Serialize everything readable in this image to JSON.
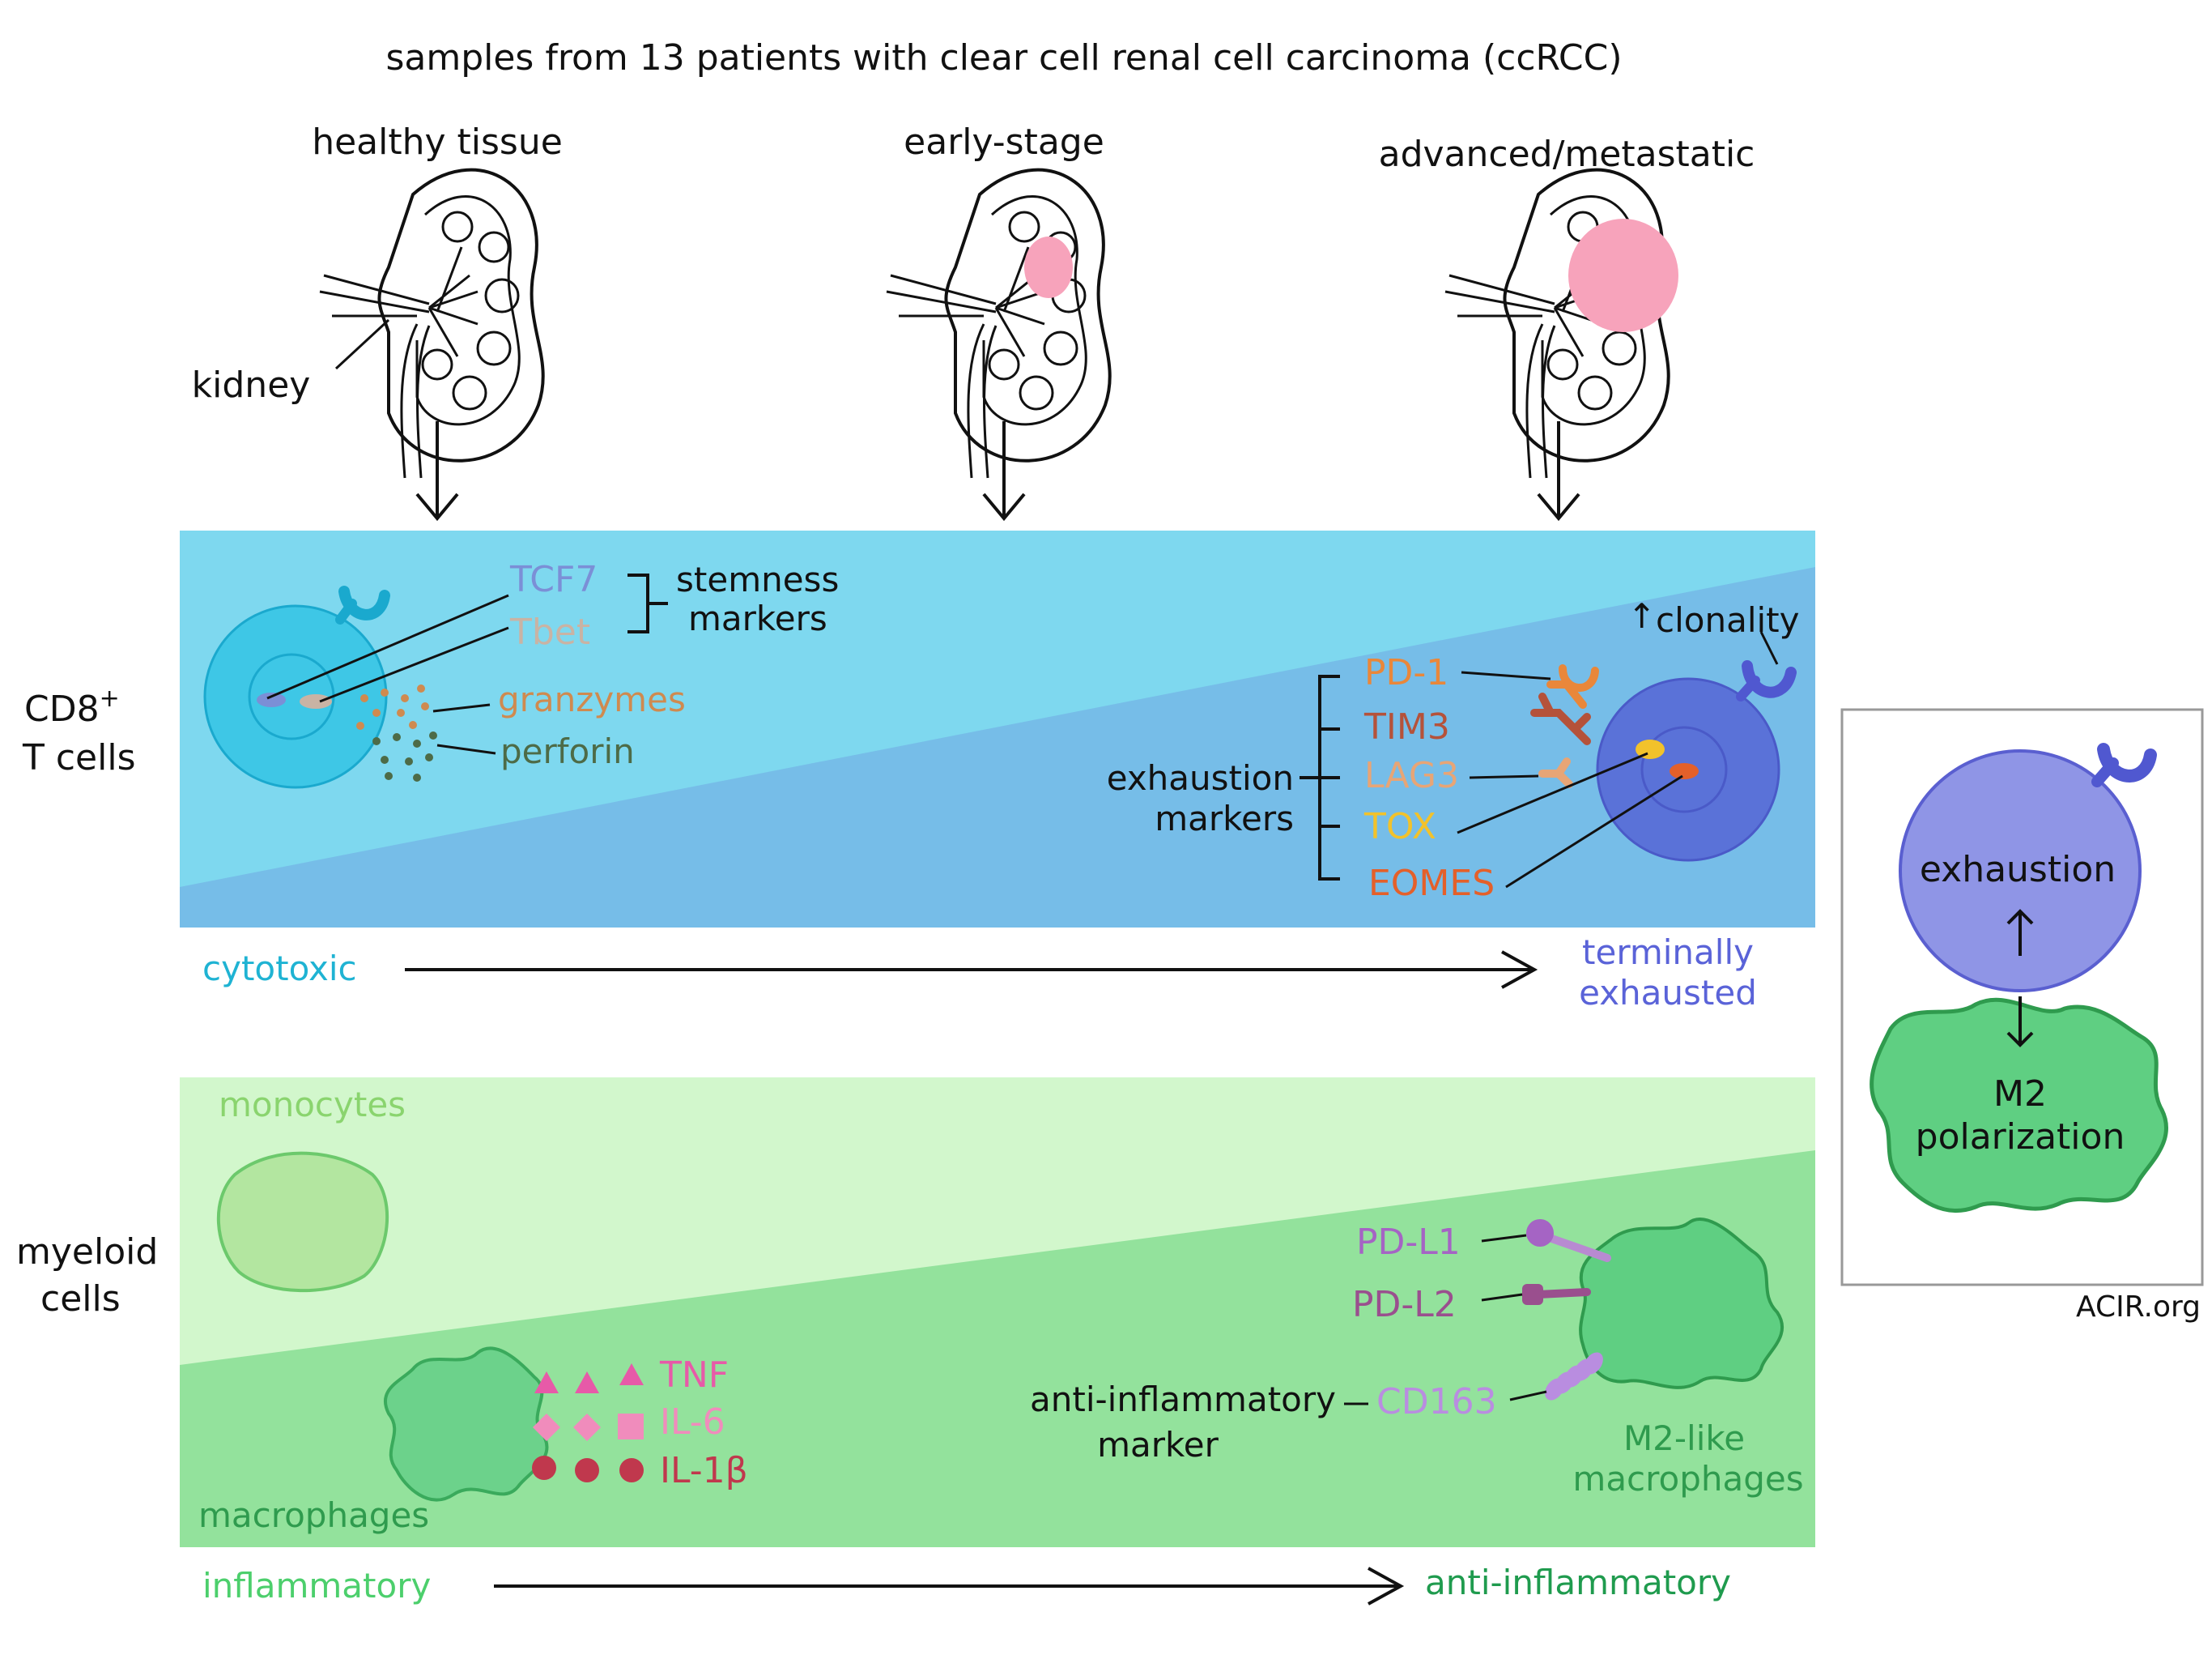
{
  "title": "samples from 13 patients with  clear cell renal cell carcinoma (ccRCC)",
  "stages": [
    {
      "label": "healthy tissue"
    },
    {
      "label": "early-stage"
    },
    {
      "label": "advanced/metastatic"
    }
  ],
  "kidney_label": "kidney",
  "tcell": {
    "row_label_line1": "CD8",
    "row_label_sup": "+",
    "row_label_line2": "T cells",
    "markers_stem": [
      {
        "label": "TCF7",
        "color": "#7b8fd6"
      },
      {
        "label": "Tbet",
        "color": "#c9b3a4"
      }
    ],
    "stemness_line1": "stemness",
    "stemness_line2": "markers",
    "granzymes": "granzymes",
    "perforin": "perforin",
    "clonality": "clonality",
    "exhaustion_line1": "exhaustion",
    "exhaustion_line2": "markers",
    "exhaustion_markers": [
      {
        "label": "PD-1",
        "color": "#e9873a"
      },
      {
        "label": "TIM3",
        "color": "#b5523a"
      },
      {
        "label": "LAG3",
        "color": "#e7a576"
      },
      {
        "label": "TOX",
        "color": "#f2c22b"
      },
      {
        "label": "EOMES",
        "color": "#e4602a"
      }
    ],
    "axis_left": "cytotoxic",
    "axis_right_line1": "terminally",
    "axis_right_line2": "exhausted",
    "color_left": "#1fb3d3",
    "color_right": "#5a63d8"
  },
  "myeloid": {
    "row_label_line1": "myeloid",
    "row_label_line2": "cells",
    "monocytes": "monocytes",
    "macrophages": "macrophages",
    "cytokines": [
      {
        "label": "TNF",
        "color": "#e75aa8"
      },
      {
        "label": "IL-6",
        "color": "#f08cbc"
      },
      {
        "label": "IL-1β",
        "color": "#c0384d"
      }
    ],
    "ligands": [
      {
        "label": "PD-L1",
        "color": "#a564c4"
      },
      {
        "label": "PD-L2",
        "color": "#9a4f8e"
      },
      {
        "label": "CD163",
        "color": "#b98de0"
      }
    ],
    "anti_line1": "anti-inflammatory",
    "anti_line2": "marker",
    "m2_line1": "M2-like",
    "m2_line2": "macrophages",
    "axis_left": "inflammatory",
    "axis_right": "anti-inflammatory",
    "color_left": "#4ccf6c",
    "color_right": "#1f9b4a"
  },
  "inset": {
    "exhaustion": "exhaustion",
    "m2_line1": "M2",
    "m2_line2": "polarization"
  },
  "credit": "ACIR.org"
}
